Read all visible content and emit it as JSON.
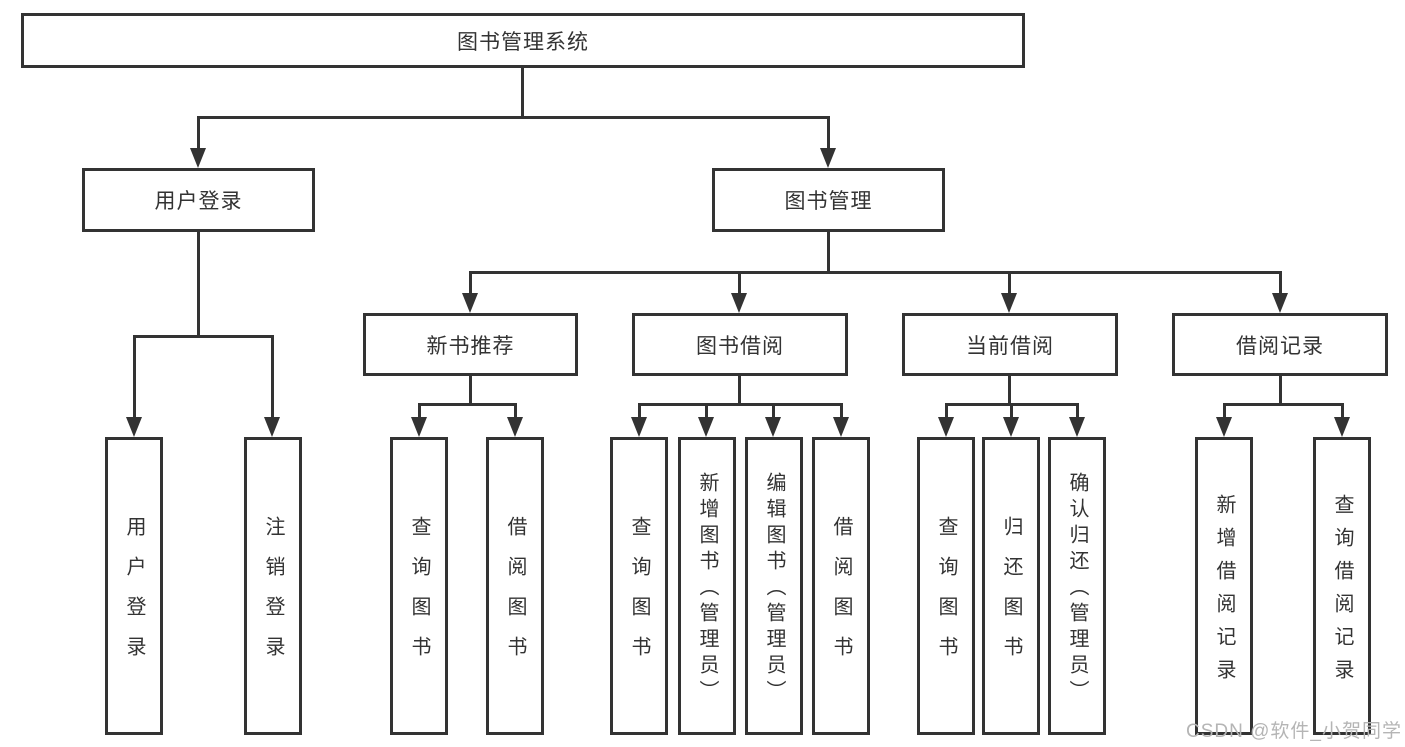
{
  "diagram": {
    "type": "hierarchy",
    "colors": {
      "line": "#333333",
      "text": "#333333",
      "box_fill": "#ffffff",
      "watermark": "#b5b5b5"
    },
    "root": {
      "label": "图书管理系统"
    },
    "level2": [
      {
        "label": "用户登录"
      },
      {
        "label": "图书管理"
      }
    ],
    "level3": [
      {
        "label": "新书推荐"
      },
      {
        "label": "图书借阅"
      },
      {
        "label": "当前借阅"
      },
      {
        "label": "借阅记录"
      }
    ],
    "leaves": {
      "user_login": [
        {
          "label": "用户登录"
        },
        {
          "label": "注销登录"
        }
      ],
      "new_book_recommend": [
        {
          "label": "查询图书"
        },
        {
          "label": "借阅图书"
        }
      ],
      "book_borrow": [
        {
          "label": "查询图书"
        },
        {
          "label": "新增图书（管理员）"
        },
        {
          "label": "编辑图书（管理员）"
        },
        {
          "label": "借阅图书"
        }
      ],
      "current_borrow": [
        {
          "label": "查询图书"
        },
        {
          "label": "归还图书"
        },
        {
          "label": "确认归还（管理员）"
        }
      ],
      "borrow_record": [
        {
          "label": "新增借阅记录"
        },
        {
          "label": "查询借阅记录"
        }
      ]
    },
    "edges": [
      "图书管理系统->用户登录",
      "图书管理系统->图书管理",
      "用户登录->用户登录",
      "用户登录->注销登录",
      "图书管理->新书推荐",
      "图书管理->图书借阅",
      "图书管理->当前借阅",
      "图书管理->借阅记录",
      "新书推荐->查询图书",
      "新书推荐->借阅图书",
      "图书借阅->查询图书",
      "图书借阅->新增图书（管理员）",
      "图书借阅->编辑图书（管理员）",
      "图书借阅->借阅图书",
      "当前借阅->查询图书",
      "当前借阅->归还图书",
      "当前借阅->确认归还（管理员）",
      "借阅记录->新增借阅记录",
      "借阅记录->查询借阅记录"
    ]
  },
  "watermark": "CSDN @软件_小贺同学"
}
